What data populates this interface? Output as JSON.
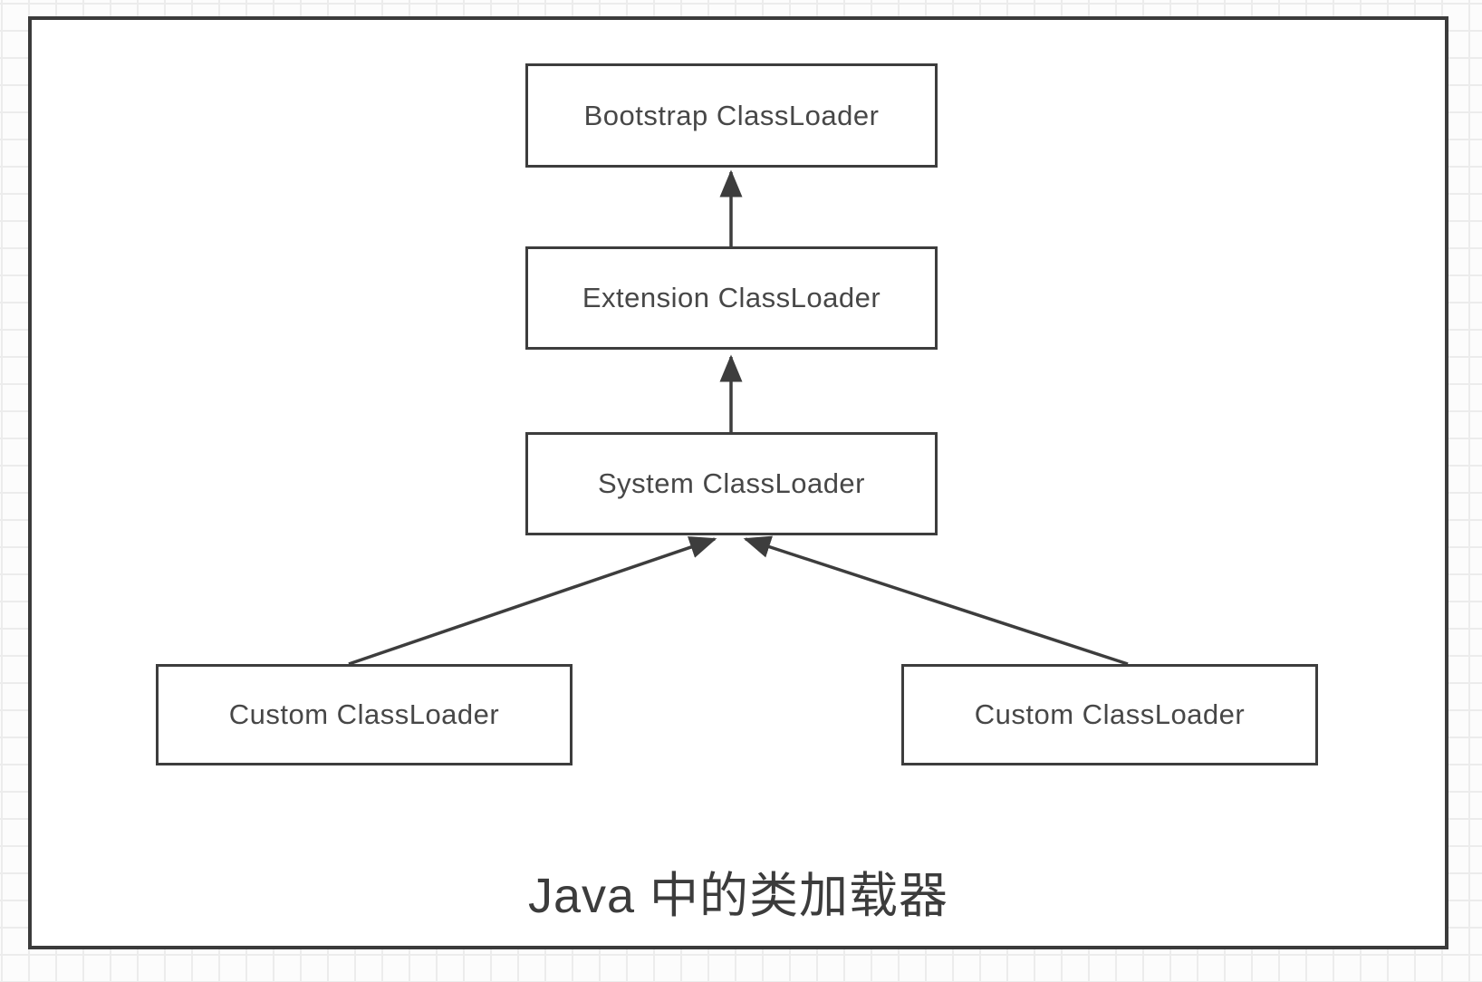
{
  "diagram": {
    "title": "Java 中的类加载器",
    "nodes": [
      {
        "id": "bootstrap",
        "label": "Bootstrap ClassLoader"
      },
      {
        "id": "extension",
        "label": "Extension ClassLoader"
      },
      {
        "id": "system",
        "label": "System ClassLoader"
      },
      {
        "id": "custom_left",
        "label": "Custom ClassLoader"
      },
      {
        "id": "custom_right",
        "label": "Custom ClassLoader"
      }
    ],
    "edges": [
      {
        "from": "Extension ClassLoader",
        "to": "Bootstrap ClassLoader",
        "arrow": "up"
      },
      {
        "from": "System ClassLoader",
        "to": "Extension ClassLoader",
        "arrow": "up"
      },
      {
        "from": "Custom ClassLoader (left)",
        "to": "System ClassLoader",
        "arrow": "up"
      },
      {
        "from": "Custom ClassLoader (right)",
        "to": "System ClassLoader",
        "arrow": "up"
      }
    ],
    "colors": {
      "stroke": "#3d3d3d",
      "node_fill": "#ffffff",
      "text": "#474747",
      "page_background": "#fcfcfc",
      "grid_line": "#ececec"
    }
  }
}
